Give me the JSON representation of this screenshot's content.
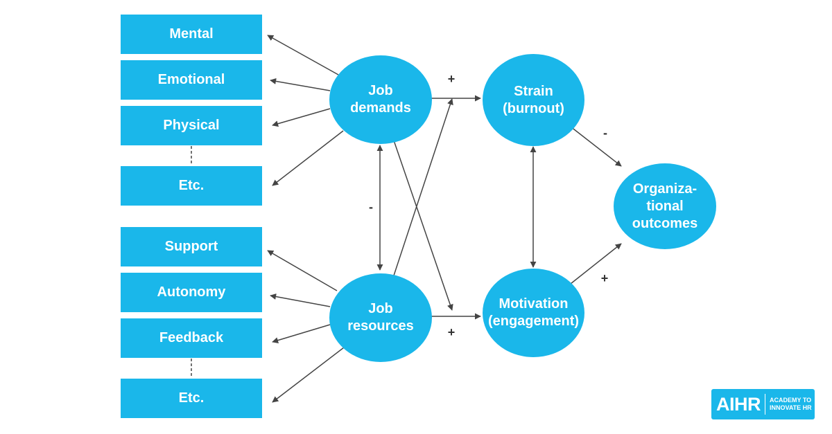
{
  "demands_factors": [
    "Mental",
    "Emotional",
    "Physical",
    "Etc."
  ],
  "resources_factors": [
    "Support",
    "Autonomy",
    "Feedback",
    "Etc."
  ],
  "nodes": {
    "job_demands": [
      "Job",
      "demands"
    ],
    "job_resources": [
      "Job",
      "resources"
    ],
    "strain": [
      "Strain",
      "(burnout)"
    ],
    "motivation": [
      "Motivation",
      "(engagement)"
    ],
    "outcomes": [
      "Organiza-",
      "tional",
      "outcomes"
    ]
  },
  "signs": {
    "demands_to_strain": "+",
    "resources_to_motivation": "+",
    "demands_resources": "-",
    "strain_to_outcomes": "-",
    "motivation_to_outcomes": "+"
  },
  "logo": {
    "main": "AIHR",
    "tagline": [
      "ACADEMY TO",
      "INNOVATE HR"
    ]
  },
  "colors": {
    "box_fill": "#1ab7ea",
    "arrow": "#444444"
  }
}
